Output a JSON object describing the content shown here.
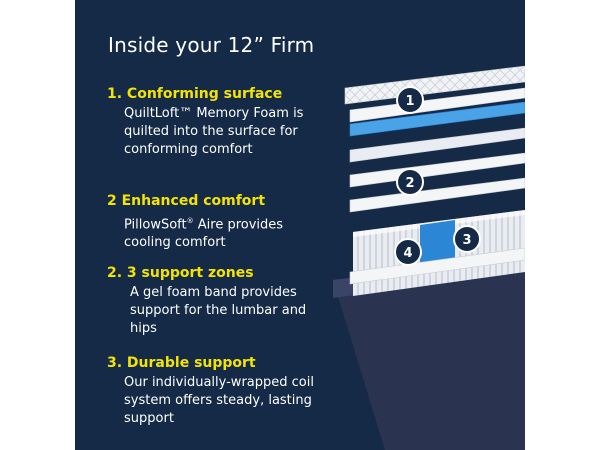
{
  "title": "Inside your 12” Firm",
  "features": [
    {
      "heading": "1. Conforming surface",
      "description": "QuiltLoft™ Memory Foam is quilted into the surface for conforming comfort"
    },
    {
      "heading": "2  Enhanced comfort",
      "description_pre": "PillowSoft",
      "description_sup": "®",
      "description_post": " Aire provides cooling comfort"
    },
    {
      "heading": "2. 3 support zones",
      "description": "A gel foam band provides support for the lumbar and hips"
    },
    {
      "heading": "3. Durable support",
      "description": "Our individually-wrapped coil system offers steady, lasting support"
    }
  ],
  "layer_badges": [
    "1",
    "2",
    "3",
    "4"
  ],
  "colors": {
    "panel": "#152a47",
    "heading": "#f4e400",
    "text": "#ffffff",
    "gel": "#2b86d6",
    "base": "#2a3350"
  }
}
